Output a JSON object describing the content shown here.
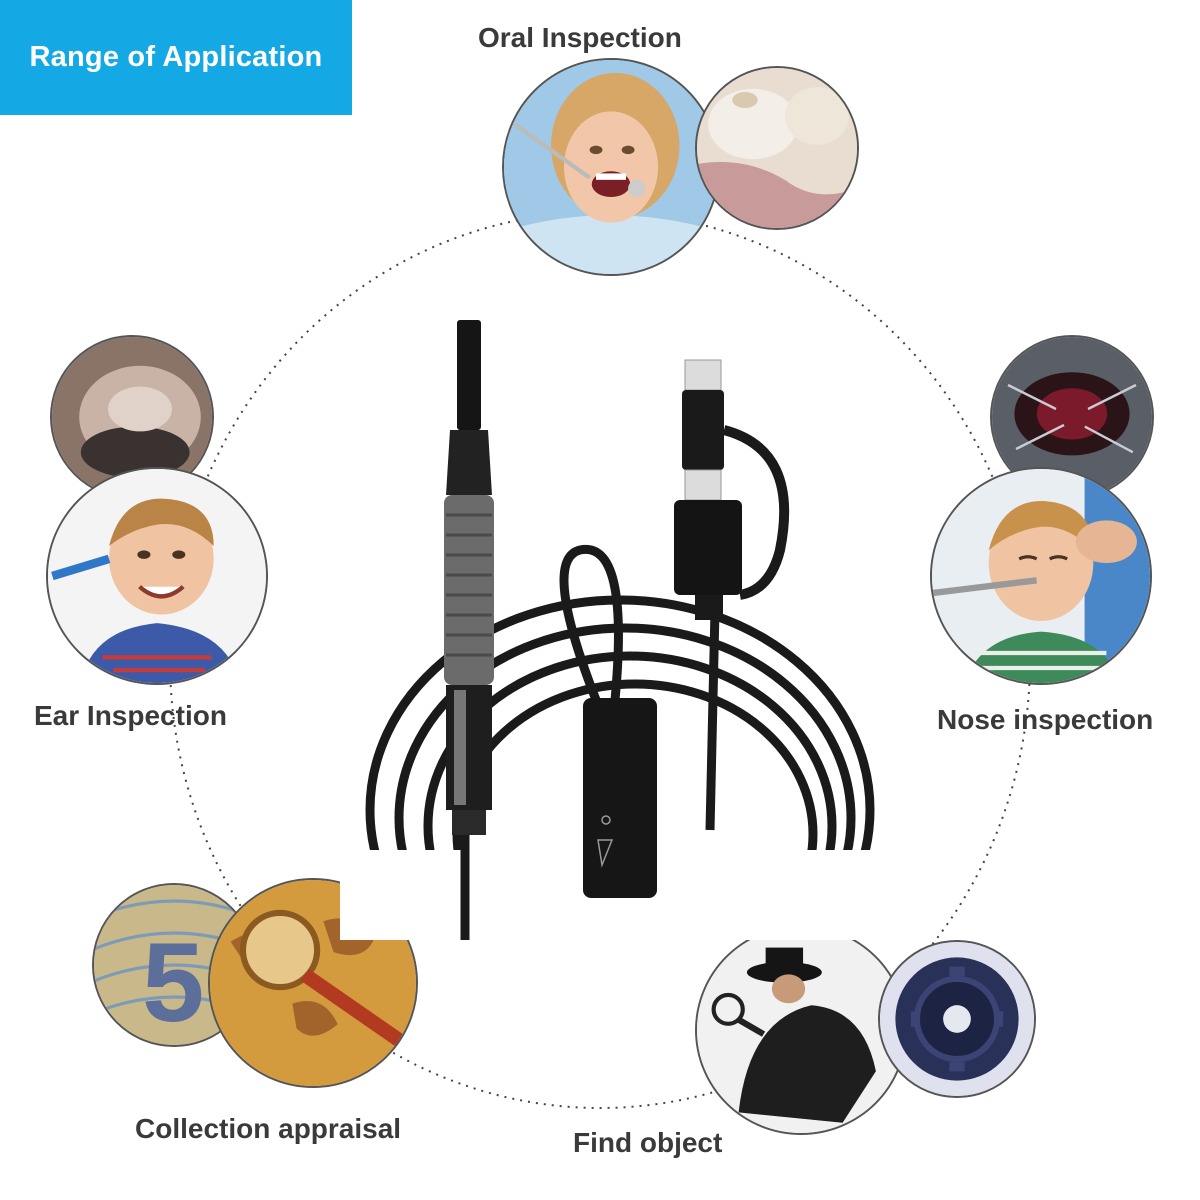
{
  "banner": {
    "title": "Range of Application"
  },
  "labels": {
    "oral": "Oral Inspection",
    "ear": "Ear Inspection",
    "nose": "Nose inspection",
    "collection": "Collection appraisal",
    "find": "Find object"
  },
  "colors": {
    "banner": "#14a9e4",
    "label_text": "#3a3a3a",
    "cable": "#1a1a1a",
    "grip": "#6b6b6b"
  }
}
